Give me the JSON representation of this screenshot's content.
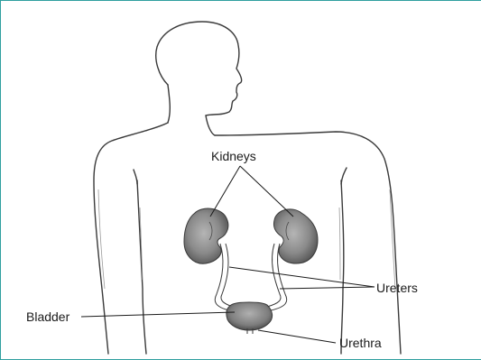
{
  "labels": {
    "kidneys": "Kidneys",
    "ureters": "Ureters",
    "bladder": "Bladder",
    "urethra": "Urethra"
  },
  "colors": {
    "frame": "#2f9f9f",
    "outline": "#3a3a3a",
    "organ_fill": "#8c8c8c",
    "organ_shade": "#5a5a5a"
  }
}
